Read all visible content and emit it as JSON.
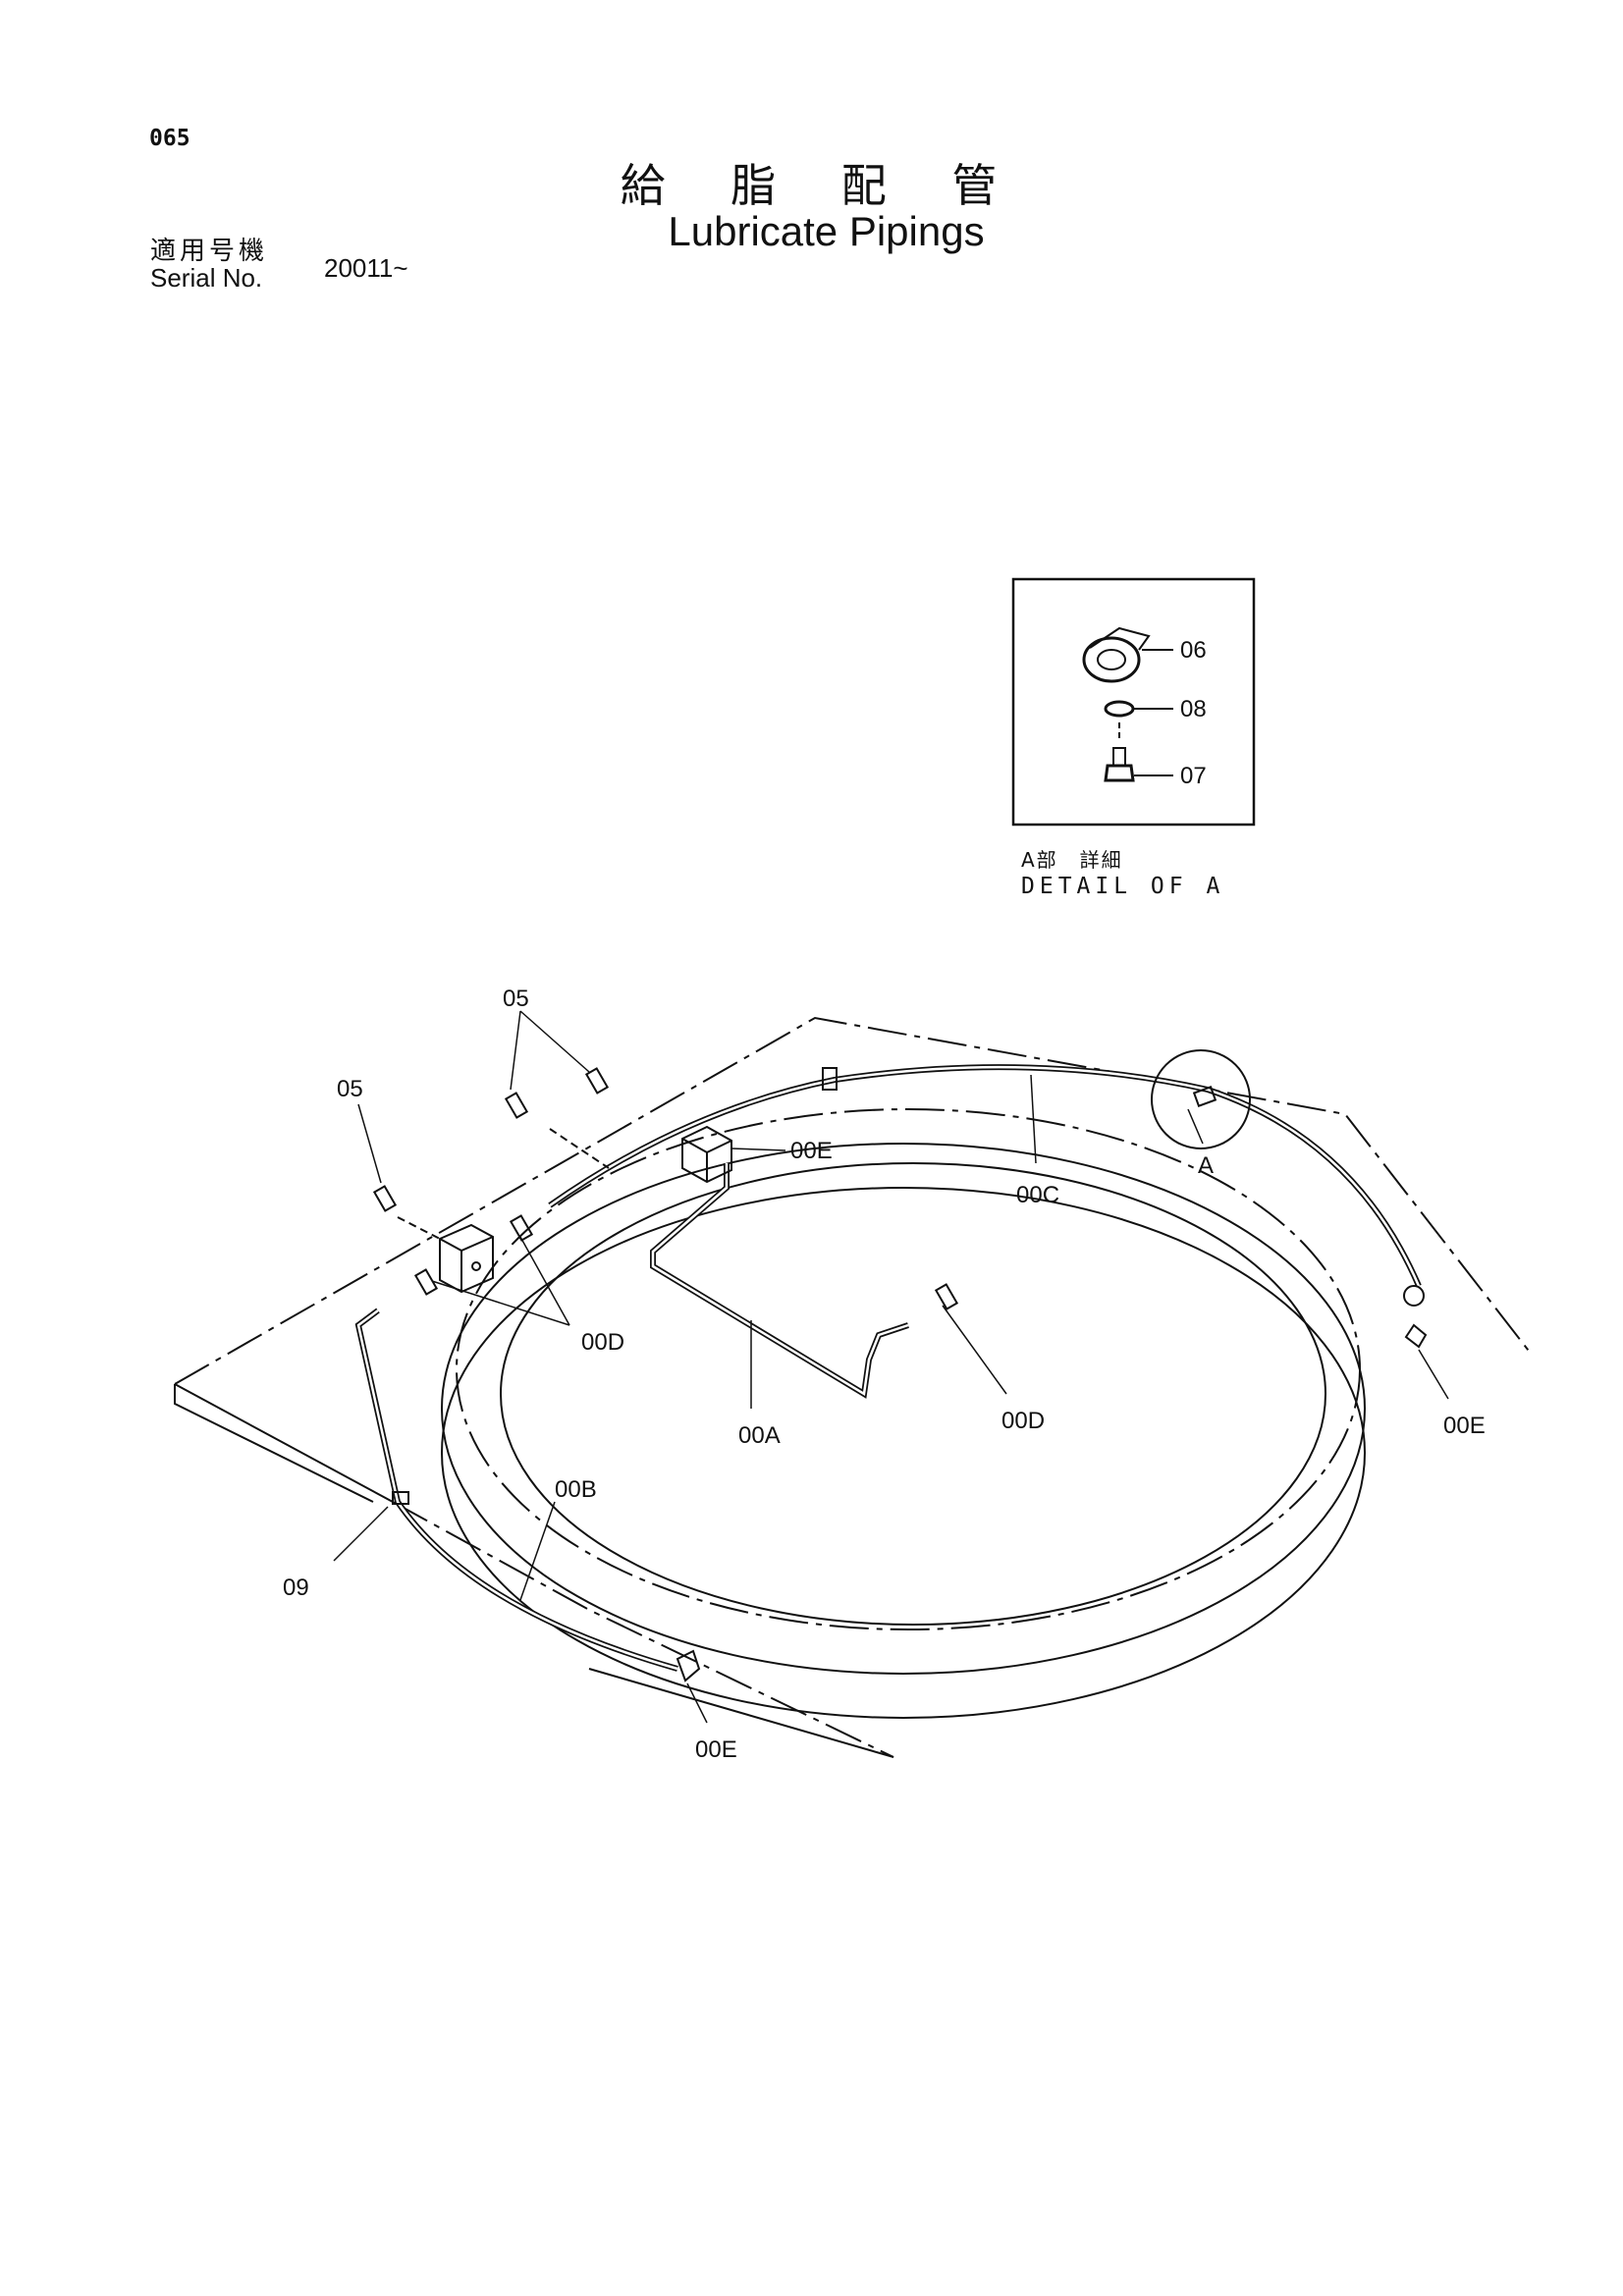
{
  "page_number": "065",
  "title_jp": "給 脂 配 管",
  "title_en": "Lubricate Pipings",
  "serial": {
    "label_jp": "適用号機",
    "label_en": "Serial No.",
    "value": "20011~"
  },
  "detail": {
    "caption_jp": "A部　詳細",
    "caption_en": "DETAIL OF A",
    "labels": [
      "06",
      "08",
      "07"
    ]
  },
  "callouts": {
    "c05a": "05",
    "c05b": "05",
    "c00e_top": "00E",
    "c00c": "00C",
    "cA": "A",
    "c00d_left": "00D",
    "c00a": "00A",
    "c00d_right": "00D",
    "c00e_right": "00E",
    "c00b": "00B",
    "c09": "09",
    "c00e_bottom": "00E"
  }
}
